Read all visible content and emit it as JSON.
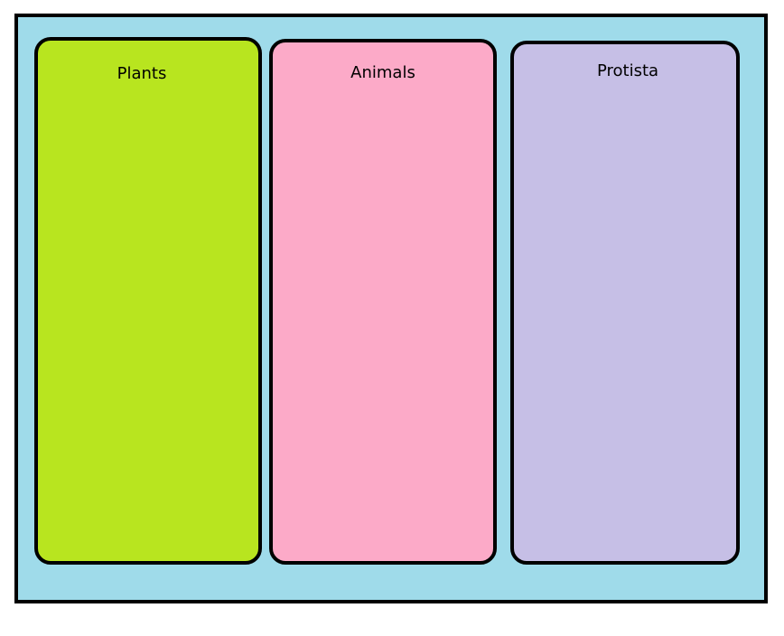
{
  "diagram": {
    "background_color": "#9fdbea",
    "columns": [
      {
        "label": "Plants",
        "color": "#b8e51f"
      },
      {
        "label": "Animals",
        "color": "#fcaac8"
      },
      {
        "label": "Protista",
        "color": "#c6bfe6"
      }
    ]
  }
}
